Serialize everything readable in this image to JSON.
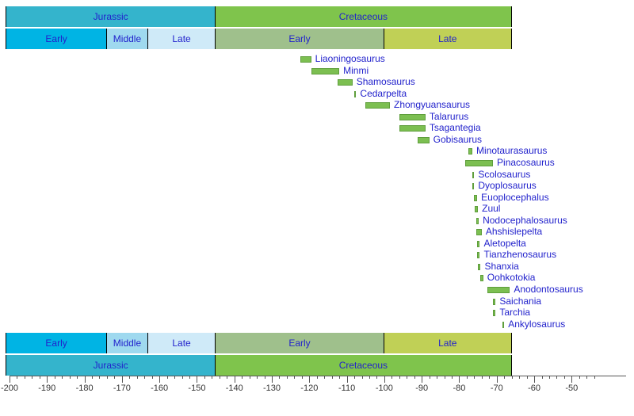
{
  "chart_data": {
    "type": "bar",
    "title": "",
    "xlabel": "",
    "ylabel": "",
    "xlim": [
      -200,
      -45
    ],
    "grid": false,
    "legend": null,
    "axis": {
      "major_ticks": [
        -200,
        -190,
        -180,
        -170,
        -160,
        -150,
        -140,
        -130,
        -120,
        -110,
        -100,
        -90,
        -80,
        -70,
        -60,
        -50
      ],
      "tick_labels": [
        "-200",
        "-190",
        "-180",
        "-170",
        "-160",
        "-150",
        "-140",
        "-130",
        "-120",
        "-110",
        "-100",
        "-90",
        "-80",
        "-70",
        "-60",
        "-50"
      ],
      "minor_tick_step": 2
    },
    "periods": [
      {
        "name": "Jurassic",
        "start": -201,
        "end": -145,
        "color": "#34b4cc"
      },
      {
        "name": "Cretaceous",
        "start": -145,
        "end": -66,
        "color": "#7fc44c"
      }
    ],
    "epochs": [
      {
        "name": "Early",
        "period": "Jurassic",
        "start": -201,
        "end": -174,
        "color": "#00b4e4"
      },
      {
        "name": "Middle",
        "period": "Jurassic",
        "start": -174,
        "end": -163,
        "color": "#9fd9ef"
      },
      {
        "name": "Late",
        "period": "Jurassic",
        "start": -163,
        "end": -145,
        "color": "#cfeaf8"
      },
      {
        "name": "Early",
        "period": "Cretaceous",
        "start": -145,
        "end": -100,
        "color": "#9fc08c"
      },
      {
        "name": "Late",
        "period": "Cretaceous",
        "start": -100,
        "end": -66,
        "color": "#c0d056"
      }
    ],
    "categories": [
      "Liaoningosaurus",
      "Minmi",
      "Shamosaurus",
      "Cedarpelta",
      "Zhongyuansaurus",
      "Talarurus",
      "Tsagantegia",
      "Gobisaurus",
      "Minotaurasaurus",
      "Pinacosaurus",
      "Scolosaurus",
      "Dyoplosaurus",
      "Euoplocephalus",
      "Zuul",
      "Nodocephalosaurus",
      "Ahshislepelta",
      "Aletopelta",
      "Tianzhenosaurus",
      "Shanxia",
      "Oohkotokia",
      "Anodontosaurus",
      "Saichania",
      "Tarchia",
      "Ankylosaurus"
    ],
    "ranges": [
      {
        "name": "Liaoningosaurus",
        "start": -122.5,
        "end": -119.5
      },
      {
        "name": "Minmi",
        "start": -119.5,
        "end": -112.0
      },
      {
        "name": "Shamosaurus",
        "start": -112.5,
        "end": -108.5
      },
      {
        "name": "Cedarpelta",
        "start": -108.0,
        "end": -107.5
      },
      {
        "name": "Zhongyuansaurus",
        "start": -105.0,
        "end": -98.5
      },
      {
        "name": "Talarurus",
        "start": -96.0,
        "end": -89.0
      },
      {
        "name": "Tsagantegia",
        "start": -96.0,
        "end": -89.0
      },
      {
        "name": "Gobisaurus",
        "start": -91.0,
        "end": -88.0
      },
      {
        "name": "Minotaurasaurus",
        "start": -77.5,
        "end": -76.5
      },
      {
        "name": "Pinacosaurus",
        "start": -78.5,
        "end": -71.0
      },
      {
        "name": "Scolosaurus",
        "start": -76.5,
        "end": -76.0
      },
      {
        "name": "Dyoplosaurus",
        "start": -76.5,
        "end": -76.0
      },
      {
        "name": "Euoplocephalus",
        "start": -76.0,
        "end": -75.2
      },
      {
        "name": "Zuul",
        "start": -75.8,
        "end": -75.0
      },
      {
        "name": "Nodocephalosaurus",
        "start": -75.5,
        "end": -74.8
      },
      {
        "name": "Ahshislepelta",
        "start": -75.5,
        "end": -74.0
      },
      {
        "name": "Aletopelta",
        "start": -75.2,
        "end": -74.5
      },
      {
        "name": "Tianzhenosaurus",
        "start": -75.2,
        "end": -74.5
      },
      {
        "name": "Shanxia",
        "start": -75.0,
        "end": -74.3
      },
      {
        "name": "Oohkotokia",
        "start": -74.3,
        "end": -73.6
      },
      {
        "name": "Anodontosaurus",
        "start": -72.5,
        "end": -66.5
      },
      {
        "name": "Saichania",
        "start": -71.0,
        "end": -70.3
      },
      {
        "name": "Tarchia",
        "start": -71.0,
        "end": -70.3
      },
      {
        "name": "Ankylosaurus",
        "start": -68.5,
        "end": -68.0
      }
    ],
    "bar_color": "#7cbf51",
    "label_color": "#2222cc"
  }
}
